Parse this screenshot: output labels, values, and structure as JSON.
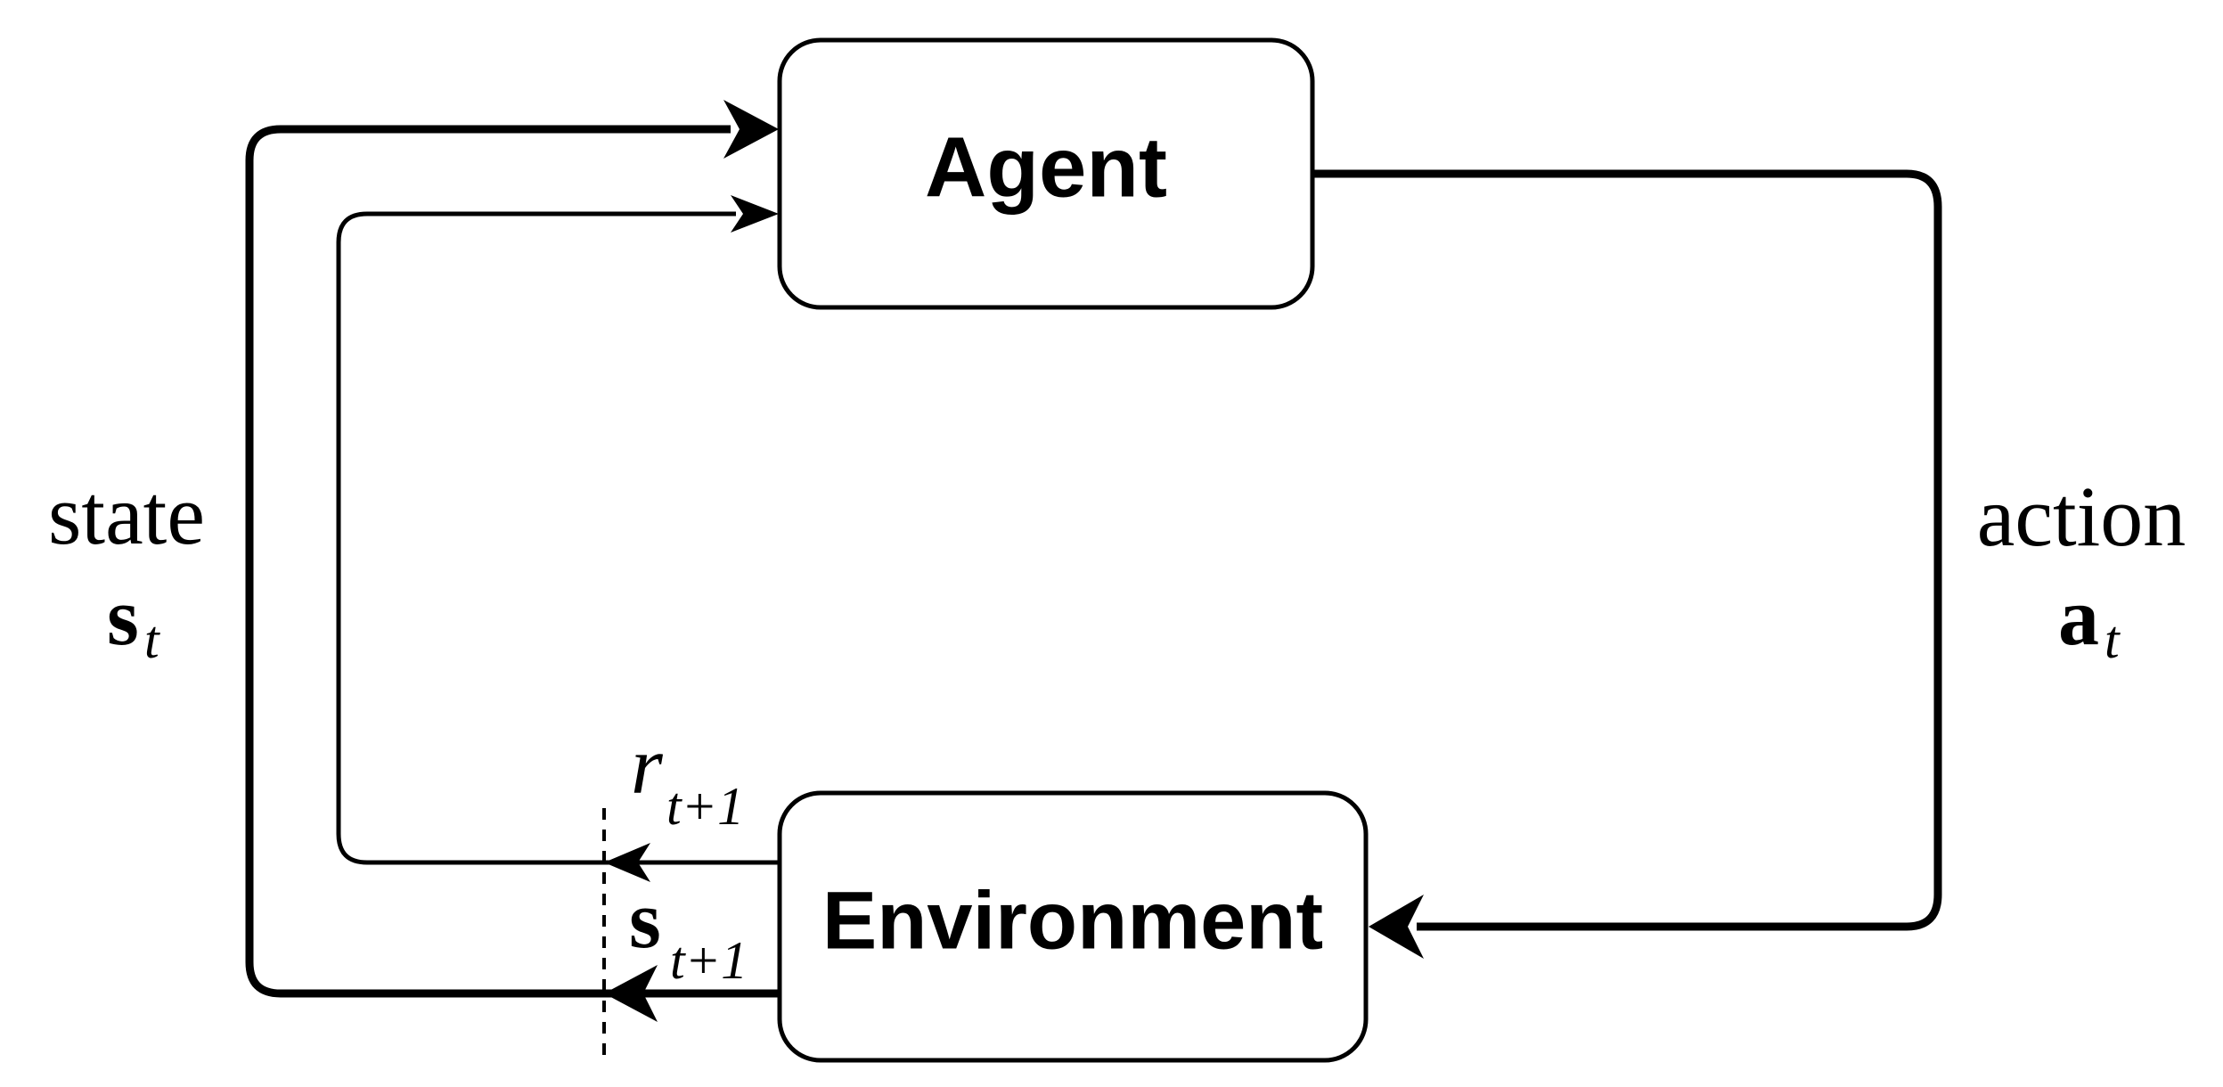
{
  "nodes": {
    "agent": {
      "label": "Agent"
    },
    "environment": {
      "label": "Environment"
    }
  },
  "labels": {
    "state_word": "state",
    "state_symbol": "s",
    "state_subscript": "t",
    "action_word": "action",
    "action_symbol": "a",
    "action_subscript": "t",
    "reward_symbol": "r",
    "reward_subscript": "t+1",
    "next_state_symbol": "s",
    "next_state_subscript": "t+1"
  }
}
